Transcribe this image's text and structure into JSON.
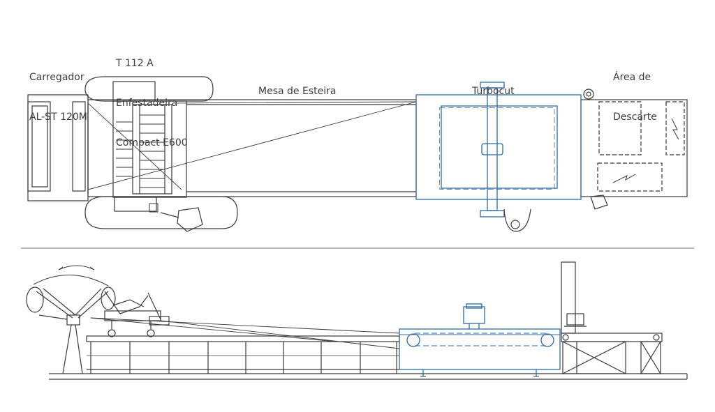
{
  "labels": {
    "loader_line1": "Carregador",
    "loader_line2": "AL-ST 120M",
    "spreader_line1": "T 112 A",
    "spreader_line2": "Enfestadeira",
    "spreader_line3": "Compact E600",
    "conveyor": "Mesa de Esteira",
    "cutter": "Turbocut",
    "discharge_line1": "Área de",
    "discharge_line2": "Descarte"
  },
  "colors": {
    "line": "#3a3a3a",
    "accent": "#2f6aa3",
    "text": "#3c3c3c"
  }
}
